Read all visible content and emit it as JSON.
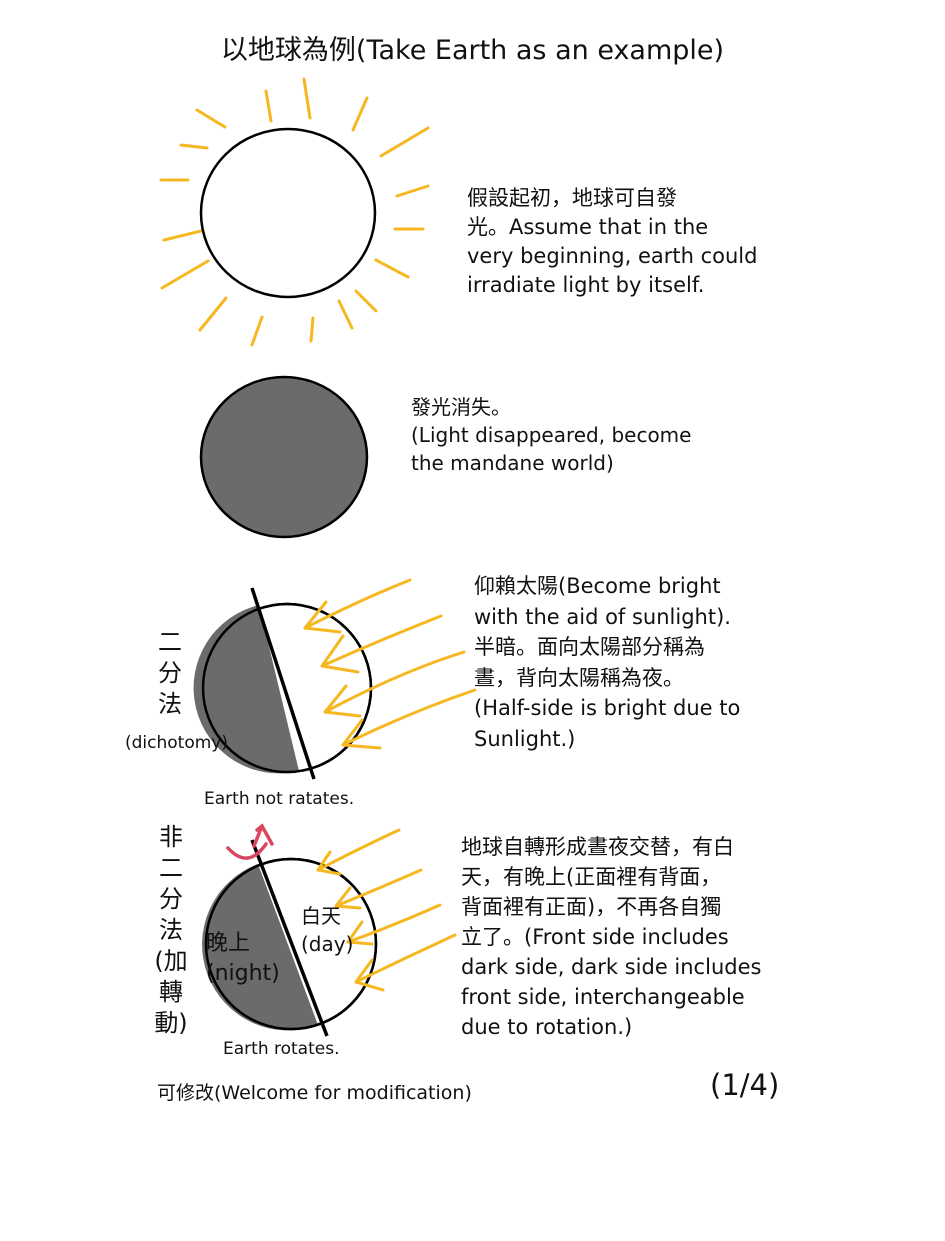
{
  "title": "以地球為例(Take Earth as an example)",
  "stages": [
    {
      "text": "假設起初，地球可自發\n光。Assume that in the\nvery beginning, earth could\nirradiate light by itself."
    },
    {
      "text": "發光消失。\n(Light disappeared, become\nthe mandane world)"
    },
    {
      "text": "仰賴太陽(Become bright\nwith the aid of sunlight).\n半暗。面向太陽部分稱為\n晝，背向太陽稱為夜。\n(Half-side is bright due to\nSunlight.)",
      "side_label": "二\n分\n法",
      "side_label_en": "(dichotomy)",
      "caption": "Earth not ratates."
    },
    {
      "text": "地球自轉形成晝夜交替，有白\n天，有晚上(正面裡有背面，\n背面裡有正面)，不再各自獨\n立了。(Front side includes\ndark side, dark side includes\nfront side, interchangeable\ndue to rotation.)",
      "side_label": "非\n二\n分\n法\n(加\n轉\n動)",
      "night_label": "晚上\n(night)",
      "day_label": "白天\n(day)",
      "caption": "Earth rotates."
    }
  ],
  "footer": "可修改(Welcome for modification)",
  "page_indicator": "(1/4)",
  "colors": {
    "sun_rays": "#f5b820",
    "dark_side": "#6b6b6b",
    "outline": "#000000",
    "rotation_arrow": "#d9465f"
  }
}
